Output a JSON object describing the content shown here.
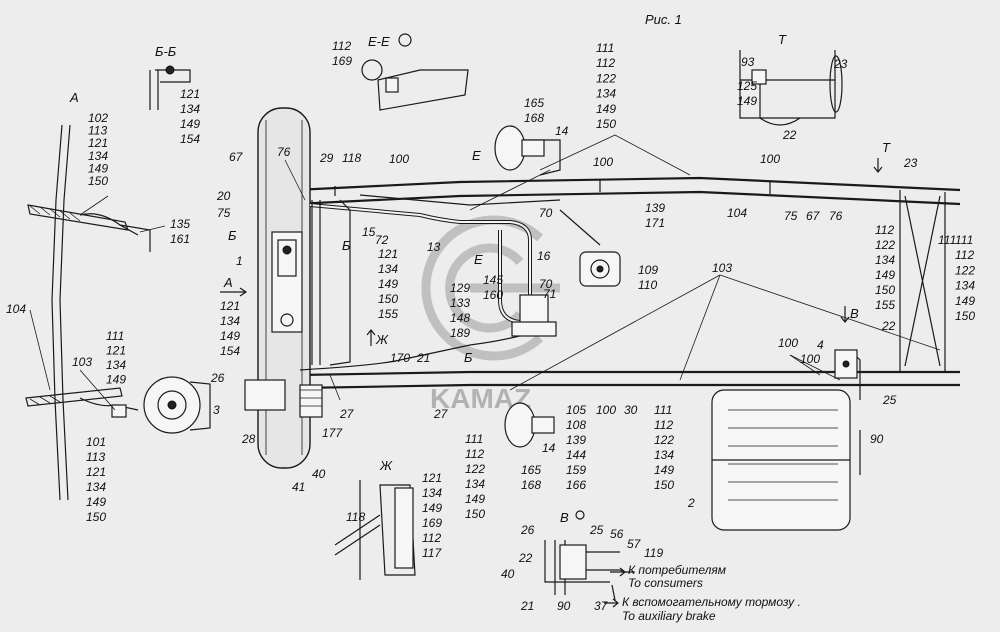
{
  "figure_title": "Рис. 1",
  "watermark_text": "KAMAZ",
  "sections": {
    "a": "А",
    "bb": "Б-Б",
    "ee": "Е-Е",
    "t": "Т",
    "v": "В",
    "zh": "Ж"
  },
  "arrow_marks": {
    "a_side": "А",
    "b_top": "Б",
    "b_mid": "Б",
    "b_bot": "Б",
    "e_top": "Е",
    "e_mid": "Е",
    "zh": "Ж",
    "t": "Т",
    "v": "В"
  },
  "label_groups": {
    "a_top": [
      "102",
      "113",
      "121",
      "134",
      "149",
      "150"
    ],
    "bb": [
      "121",
      "134",
      "149",
      "154"
    ],
    "ee": [
      "112",
      "169"
    ],
    "frame_top": [
      "111",
      "112",
      "122",
      "134",
      "149",
      "150"
    ],
    "t_detail": [
      "125",
      "149"
    ],
    "left_mid": [
      "121",
      "134",
      "149",
      "154"
    ],
    "center_mid": [
      "121",
      "134",
      "149",
      "150",
      "155"
    ],
    "valve": [
      "129",
      "133",
      "148",
      "189"
    ],
    "left_low": [
      "111",
      "121",
      "134",
      "149"
    ],
    "left_bottom": [
      "101",
      "113",
      "121",
      "134",
      "149",
      "150"
    ],
    "right_side": [
      "112",
      "122",
      "134",
      "149",
      "150",
      "155"
    ],
    "right_edge": [
      "111",
      "112",
      "122",
      "134",
      "149",
      "150"
    ],
    "chamber_lower": [
      "165",
      "168"
    ],
    "lower_mid": [
      "111",
      "112",
      "122",
      "134",
      "149",
      "150"
    ],
    "lower_105": [
      "105",
      "108",
      "139",
      "144",
      "159",
      "166"
    ],
    "lower_right": [
      "111",
      "112",
      "122",
      "134",
      "149",
      "150"
    ],
    "zh_detail": [
      "121",
      "134",
      "149",
      "169",
      "112",
      "117"
    ],
    "chamber_upper": [
      "165",
      "168"
    ],
    "booster": [
      "109",
      "110"
    ],
    "part_139": [
      "139",
      "171"
    ],
    "part_145": [
      "145",
      "160"
    ],
    "part_135": [
      "135",
      "161"
    ]
  },
  "labels": {
    "n93": "93",
    "n23a": "23",
    "n22a": "22",
    "n23b": "23",
    "n111r": "111",
    "n14a": "14",
    "n100a": "100",
    "n100b": "100",
    "n100c": "100",
    "n67": "67",
    "n76": "76",
    "n29": "29",
    "n118": "118",
    "n20": "20",
    "n75": "75",
    "n72": "72",
    "n15": "15",
    "n13": "13",
    "n70a": "70",
    "n70b": "70",
    "n16": "16",
    "n71": "71",
    "n104a": "104",
    "n75b": "75",
    "n67b": "67",
    "n76b": "76",
    "n1": "1",
    "n103": "103",
    "n103b": "103",
    "n22b": "22",
    "n4": "4",
    "n100d": "100",
    "n100e": "100",
    "n25": "25",
    "n3": "3",
    "n26": "26",
    "n28": "28",
    "n177": "177",
    "n27a": "27",
    "n27b": "27",
    "n170": "170",
    "n21": "21",
    "n100f": "100",
    "n30": "30",
    "n90": "90",
    "n41": "41",
    "n40": "40",
    "n14b": "14",
    "n2": "2",
    "n104b": "104",
    "n118b": "118",
    "v26": "26",
    "v25": "25",
    "v56": "56",
    "v22": "22",
    "v57": "57",
    "v119": "119",
    "v40": "40",
    "v21": "21",
    "v90": "90",
    "v37": "37"
  },
  "notes": {
    "consumers_ru": "К потребителям",
    "consumers_en": "To consumers",
    "aux_brake_ru": "К вспомогательному тормозу .",
    "aux_brake_en": "To auxiliary brake"
  }
}
